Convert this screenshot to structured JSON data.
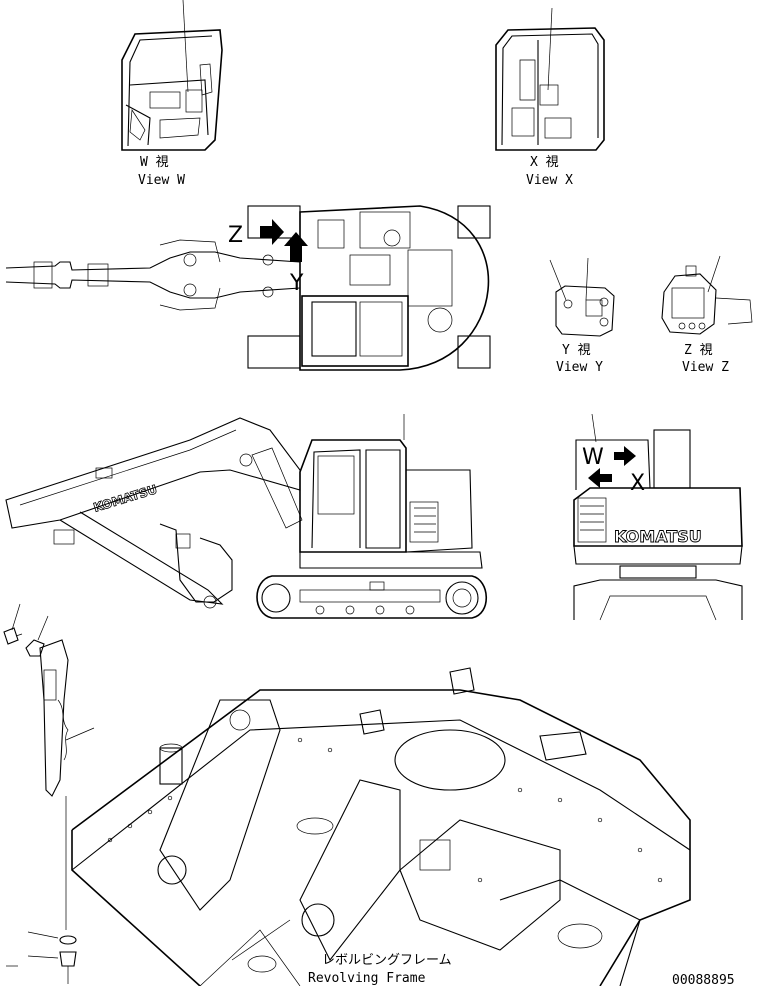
{
  "views": {
    "w": {
      "jp": "W 視",
      "en": "View W"
    },
    "x": {
      "jp": "X 視",
      "en": "View X"
    },
    "y": {
      "jp": "Y 視",
      "en": "View Y"
    },
    "z": {
      "jp": "Z 視",
      "en": "View Z"
    }
  },
  "markers": {
    "z": "Z",
    "y": "Y",
    "w": "W",
    "x": "X"
  },
  "frame": {
    "jp": "レボルビングフレーム",
    "en": "Revolving Frame"
  },
  "brand": {
    "text": "KOMATSU"
  },
  "drawing_number": "00088895"
}
